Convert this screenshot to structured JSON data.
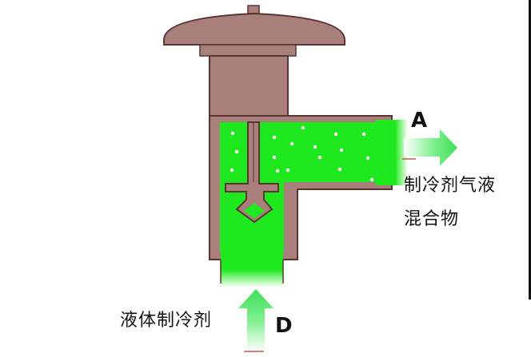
{
  "labels": {
    "outlet_letter": "A",
    "outlet_text_line1": "制冷剂气液",
    "outlet_text_line2": "混合物",
    "inlet_letter": "D",
    "inlet_text": "液体制冷剂"
  },
  "colors": {
    "valve_body": "#a87f7b",
    "valve_outline": "#5a3431",
    "refrigerant_green": "#1ee81e",
    "bubble_white": "#ffffff",
    "arrow_green": "#3fe05a",
    "text": "#111111"
  },
  "icons": {
    "outlet_arrow": "arrow-right-icon",
    "inlet_arrow": "arrow-up-icon"
  }
}
